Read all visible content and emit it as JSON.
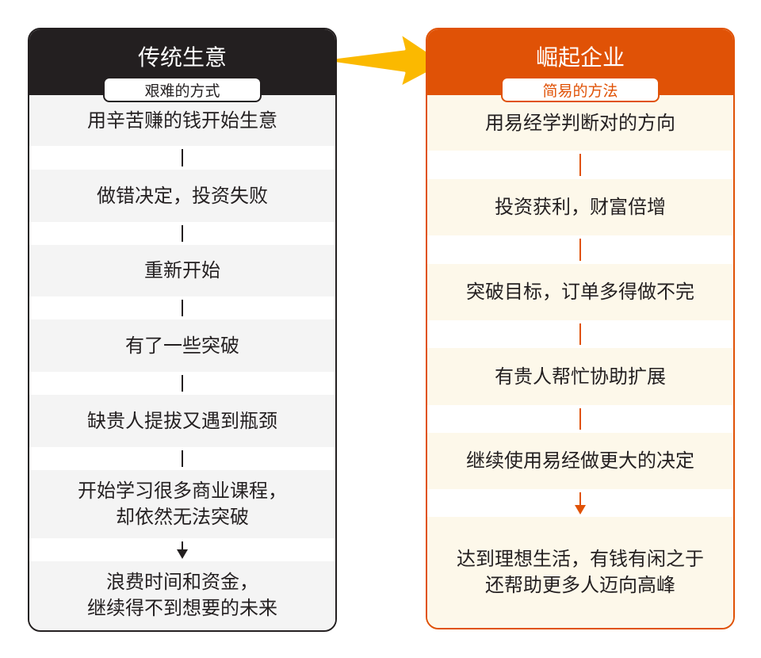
{
  "colors": {
    "dark": "#231f20",
    "accent": "#e05206",
    "arrow": "#fbb900",
    "left_row_bg": "#f4f4f4",
    "right_row_bg": "#fdf8ea"
  },
  "left": {
    "title": "传统生意",
    "badge": "艰难的方式",
    "steps": [
      [
        "用辛苦赚的钱开始生意"
      ],
      [
        "做错决定，投资失败"
      ],
      [
        "重新开始"
      ],
      [
        "有了一些突破"
      ],
      [
        "缺贵人提拔又遇到瓶颈"
      ],
      [
        "开始学习很多商业课程，",
        "却依然无法突破"
      ],
      [
        "浪费时间和资金，",
        "继续得不到想要的未来"
      ]
    ]
  },
  "right": {
    "title": "崛起企业",
    "badge": "简易的方法",
    "steps": [
      [
        "用易经学判断对的方向"
      ],
      [
        "投资获利，财富倍增"
      ],
      [
        "突破目标，订单多得做不完"
      ],
      [
        "有贵人帮忙协助扩展"
      ],
      [
        "继续使用易经做更大的决定"
      ],
      [
        "达到理想生活，有钱有闲之于",
        "还帮助更多人迈向高峰"
      ]
    ]
  }
}
